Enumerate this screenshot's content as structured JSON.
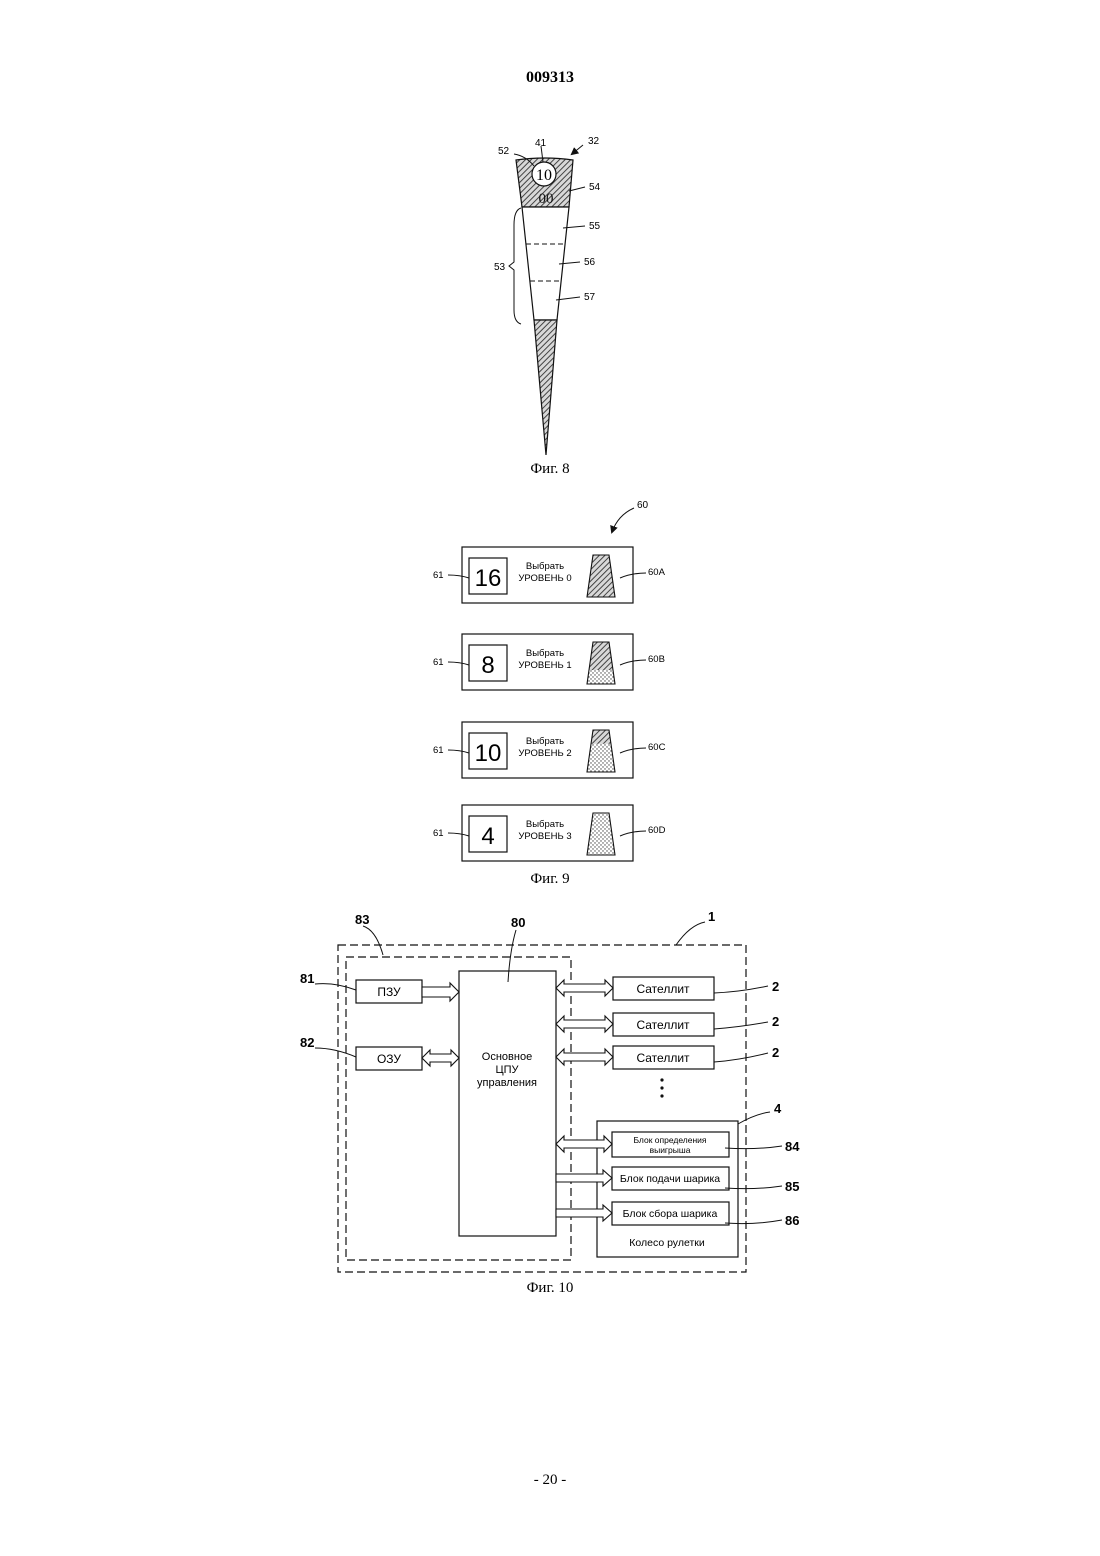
{
  "header": {
    "doc_number": "009313"
  },
  "footer": {
    "page_label": "- 20 -"
  },
  "fig8": {
    "caption": "Фиг. 8",
    "number_circle": "10",
    "number_below": "00",
    "refs": {
      "r32": "32",
      "r41": "41",
      "r52": "52",
      "r54": "54",
      "r55": "55",
      "r56": "56",
      "r57": "57",
      "r53": "53"
    }
  },
  "fig9": {
    "caption": "Фиг. 9",
    "ref_group": "60",
    "panels": [
      {
        "number": "16",
        "line1": "Выбрать",
        "line2": "УРОВЕНЬ 0",
        "ref_left": "61",
        "ref_right": "60A",
        "fill": 1.0
      },
      {
        "number": "8",
        "line1": "Выбрать",
        "line2": "УРОВЕНЬ 1",
        "ref_left": "61",
        "ref_right": "60B",
        "fill": 0.67
      },
      {
        "number": "10",
        "line1": "Выбрать",
        "line2": "УРОВЕНЬ 2",
        "ref_left": "61",
        "ref_right": "60C",
        "fill": 0.33
      },
      {
        "number": "4",
        "line1": "Выбрать",
        "line2": "УРОВЕНЬ 3",
        "ref_left": "61",
        "ref_right": "60D",
        "fill": 0.0
      }
    ]
  },
  "fig10": {
    "caption": "Фиг. 10",
    "rom": "ПЗУ",
    "ram": "ОЗУ",
    "cpu_lines": [
      "Основное",
      "ЦПУ",
      "управления"
    ],
    "satellite": "Сателлит",
    "win_block_lines": [
      "Блок определения",
      "выигрыша"
    ],
    "ball_feed": "Блок подачи шарика",
    "ball_collect": "Блок сбора шарика",
    "roulette": "Колесо рулетки",
    "refs": {
      "r1": "1",
      "r2a": "2",
      "r2b": "2",
      "r2c": "2",
      "r4": "4",
      "r80": "80",
      "r81": "81",
      "r82": "82",
      "r83": "83",
      "r84": "84",
      "r85": "85",
      "r86": "86"
    }
  }
}
